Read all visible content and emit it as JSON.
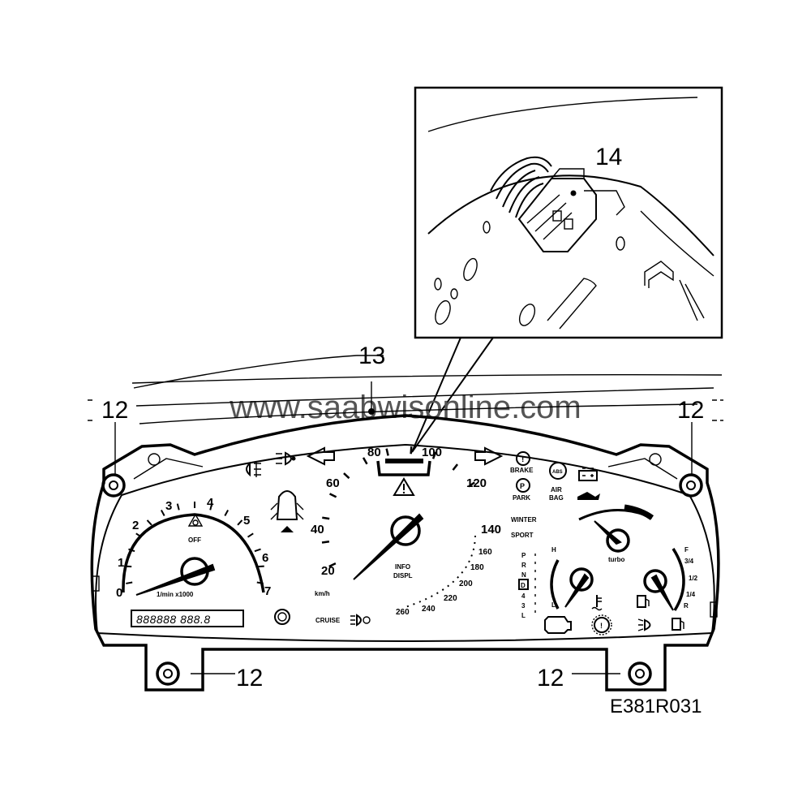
{
  "callouts": {
    "c12_left_top": "12",
    "c12_right_top": "12",
    "c12_left_bottom": "12",
    "c12_right_bottom": "12",
    "c13": "13",
    "c14": "14"
  },
  "watermark": "www.saabwisonline.com",
  "figure_code": "E381R031",
  "tachometer": {
    "ticks": [
      "0",
      "1",
      "2",
      "3",
      "4",
      "5",
      "6",
      "7"
    ],
    "unit": "1/min x1000",
    "warning_label": "OFF"
  },
  "speedometer": {
    "ticks": [
      "20",
      "40",
      "60",
      "80",
      "100",
      "120",
      "140",
      "160",
      "180",
      "200",
      "220",
      "240",
      "260"
    ],
    "unit": "km/h",
    "center_label_1": "INFO",
    "center_label_2": "DISPL",
    "cruise_label": "CRUISE"
  },
  "odometer": "888888  888.8",
  "warning_labels": {
    "brake": "BRAKE",
    "park": "PARK",
    "abs": "ABS",
    "airbag_1": "AIR",
    "airbag_2": "BAG",
    "winter": "WINTER",
    "sport": "SPORT",
    "turbo": "turbo"
  },
  "gear_indicator": [
    "P",
    "R",
    "N",
    "D",
    "4",
    "3",
    "L"
  ],
  "temp_gauge": {
    "high": "H",
    "low": "L"
  },
  "fuel_gauge": {
    "full": "F",
    "three_quarter": "3/4",
    "half": "1/2",
    "quarter": "1/4",
    "reserve": "R"
  }
}
